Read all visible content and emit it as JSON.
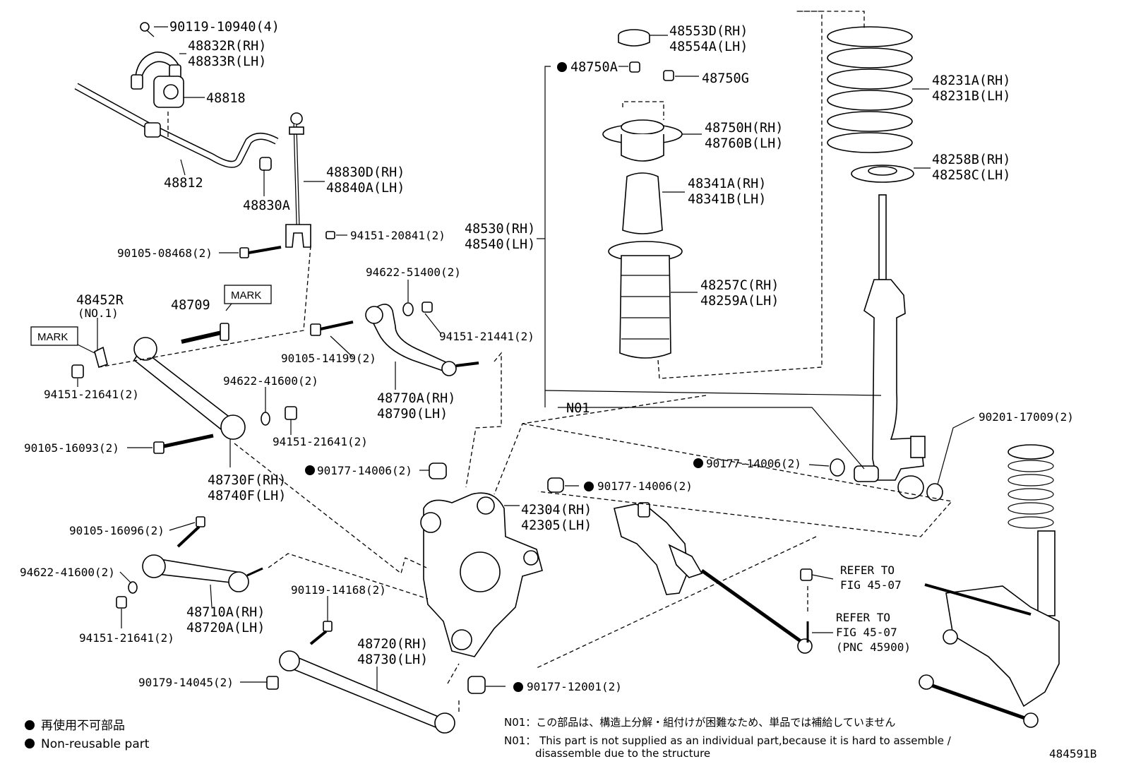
{
  "diagram_id": "484591B",
  "labels": {
    "l_90119_10940": "90119-10940(4)",
    "l_48832R": "48832R(RH)",
    "l_48833R": "48833R(LH)",
    "l_48818": "48818",
    "l_48812": "48812",
    "l_48830A": "48830A",
    "l_48830D": "48830D(RH)",
    "l_48840A": "48840A(LH)",
    "l_94151_20841": "94151-20841(2)",
    "l_90105_08468": "90105-08468(2)",
    "l_48452R": "48452R",
    "l_no1": "(NO.1)",
    "l_48709": "48709",
    "l_mark1": "MARK",
    "l_mark2": "MARK",
    "l_94622_51400": "94622-51400(2)",
    "l_94151_21441": "94151-21441(2)",
    "l_90105_14199": "90105-14199(2)",
    "l_94151_21641_a": "94151-21641(2)",
    "l_94622_41600_a": "94622-41600(2)",
    "l_48770A": "48770A(RH)",
    "l_48790": "48790(LH)",
    "l_94151_21641_b": "94151-21641(2)",
    "l_90105_16093": "90105-16093(2)",
    "l_48730F": "48730F(RH)",
    "l_48740F": "48740F(LH)",
    "l_90177_14006_a": "90177-14006(2)",
    "l_90105_16096": "90105-16096(2)",
    "l_94622_41600_b": "94622-41600(2)",
    "l_48710A": "48710A(RH)",
    "l_48720A": "48720A(LH)",
    "l_94151_21641_c": "94151-21641(2)",
    "l_90119_14168": "90119-14168(2)",
    "l_48720": "48720(RH)",
    "l_48730": "48730(LH)",
    "l_90179_14045": "90179-14045(2)",
    "l_90177_12001": "90177-12001(2)",
    "l_42304": "42304(RH)",
    "l_42305": "42305(LH)",
    "l_90177_14006_b": "90177-14006(2)",
    "l_90177_14006_c": "90177-14006(2)",
    "l_n01": "N01",
    "l_48530": "48530(RH)",
    "l_48540": "48540(LH)",
    "l_48553D": "48553D(RH)",
    "l_48554A": "48554A(LH)",
    "l_48750A": "48750A",
    "l_48750G": "48750G",
    "l_48750H": "48750H(RH)",
    "l_48760B": "48760B(LH)",
    "l_48341A": "48341A(RH)",
    "l_48341B": "48341B(LH)",
    "l_48257C": "48257C(RH)",
    "l_48259A": "48259A(LH)",
    "l_48231A": "48231A(RH)",
    "l_48231B": "48231B(LH)",
    "l_48258B": "48258B(RH)",
    "l_48258C": "48258C(LH)",
    "l_90201_17009": "90201-17009(2)",
    "l_refer1a": "REFER TO",
    "l_refer1b": "FIG 45-07",
    "l_refer2a": "REFER TO",
    "l_refer2b": "FIG 45-07",
    "l_refer2c": "(PNC 45900)"
  },
  "legend": {
    "jp": "再使用不可部品",
    "en": "Non-reusable part"
  },
  "notes": {
    "jp": "N01：この部品は、構造上分解・組付けが困難なため、単品では補給していません",
    "en1": "N01： This part is not supplied as an individual part,because it is hard to assemble /",
    "en2": "disassemble due to the structure"
  }
}
